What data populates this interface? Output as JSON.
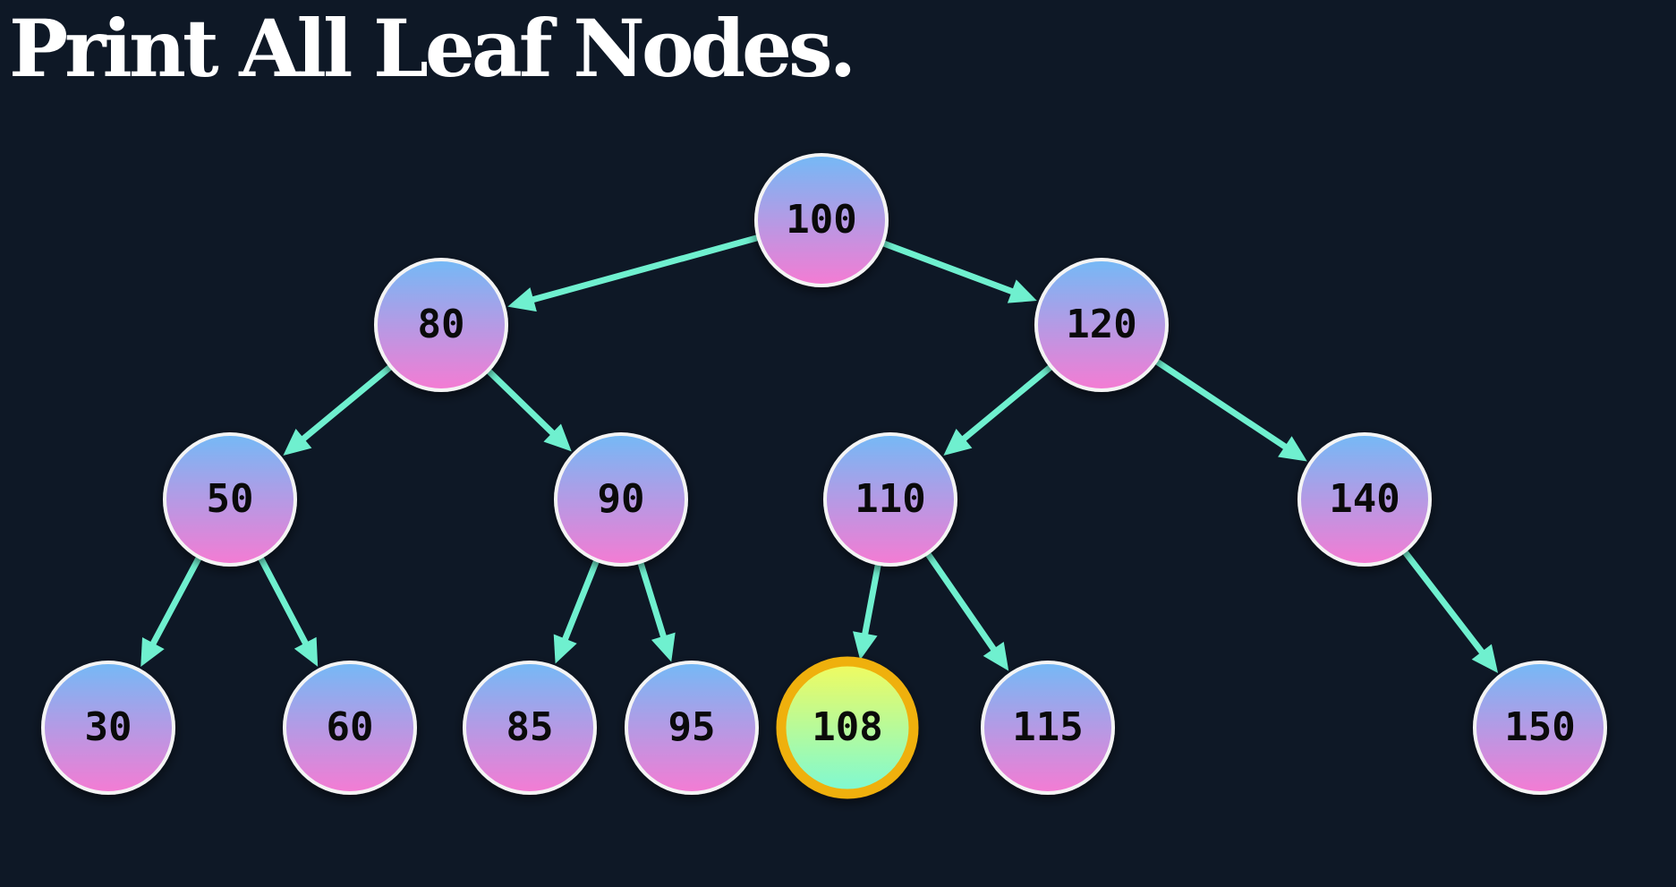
{
  "title": "Print All Leaf Nodes.",
  "colors": {
    "background": "#0e1826",
    "edge": "#6ff0cf",
    "node_gradient_top": "#74b9f6",
    "node_gradient_bottom": "#f57bd3",
    "node_outline": "#f4f4f4",
    "highlight_outline": "#efb00b",
    "highlight_gradient_top": "#f2fb5e",
    "highlight_gradient_bottom": "#7cf9d5"
  },
  "tree": {
    "nodes": [
      {
        "id": "n100",
        "label": "100",
        "highlighted": false
      },
      {
        "id": "n80",
        "label": "80",
        "highlighted": false
      },
      {
        "id": "n120",
        "label": "120",
        "highlighted": false
      },
      {
        "id": "n50",
        "label": "50",
        "highlighted": false
      },
      {
        "id": "n90",
        "label": "90",
        "highlighted": false
      },
      {
        "id": "n110",
        "label": "110",
        "highlighted": false
      },
      {
        "id": "n140",
        "label": "140",
        "highlighted": false
      },
      {
        "id": "n30",
        "label": "30",
        "highlighted": false
      },
      {
        "id": "n60",
        "label": "60",
        "highlighted": false
      },
      {
        "id": "n85",
        "label": "85",
        "highlighted": false
      },
      {
        "id": "n95",
        "label": "95",
        "highlighted": false
      },
      {
        "id": "n108",
        "label": "108",
        "highlighted": true
      },
      {
        "id": "n115",
        "label": "115",
        "highlighted": false
      },
      {
        "id": "n150",
        "label": "150",
        "highlighted": false
      }
    ],
    "edges": [
      {
        "from": "n100",
        "to": "n80"
      },
      {
        "from": "n100",
        "to": "n120"
      },
      {
        "from": "n80",
        "to": "n50"
      },
      {
        "from": "n80",
        "to": "n90"
      },
      {
        "from": "n120",
        "to": "n110"
      },
      {
        "from": "n120",
        "to": "n140"
      },
      {
        "from": "n50",
        "to": "n30"
      },
      {
        "from": "n50",
        "to": "n60"
      },
      {
        "from": "n90",
        "to": "n85"
      },
      {
        "from": "n90",
        "to": "n95"
      },
      {
        "from": "n110",
        "to": "n108"
      },
      {
        "from": "n110",
        "to": "n115"
      },
      {
        "from": "n140",
        "to": "n150"
      }
    ]
  }
}
